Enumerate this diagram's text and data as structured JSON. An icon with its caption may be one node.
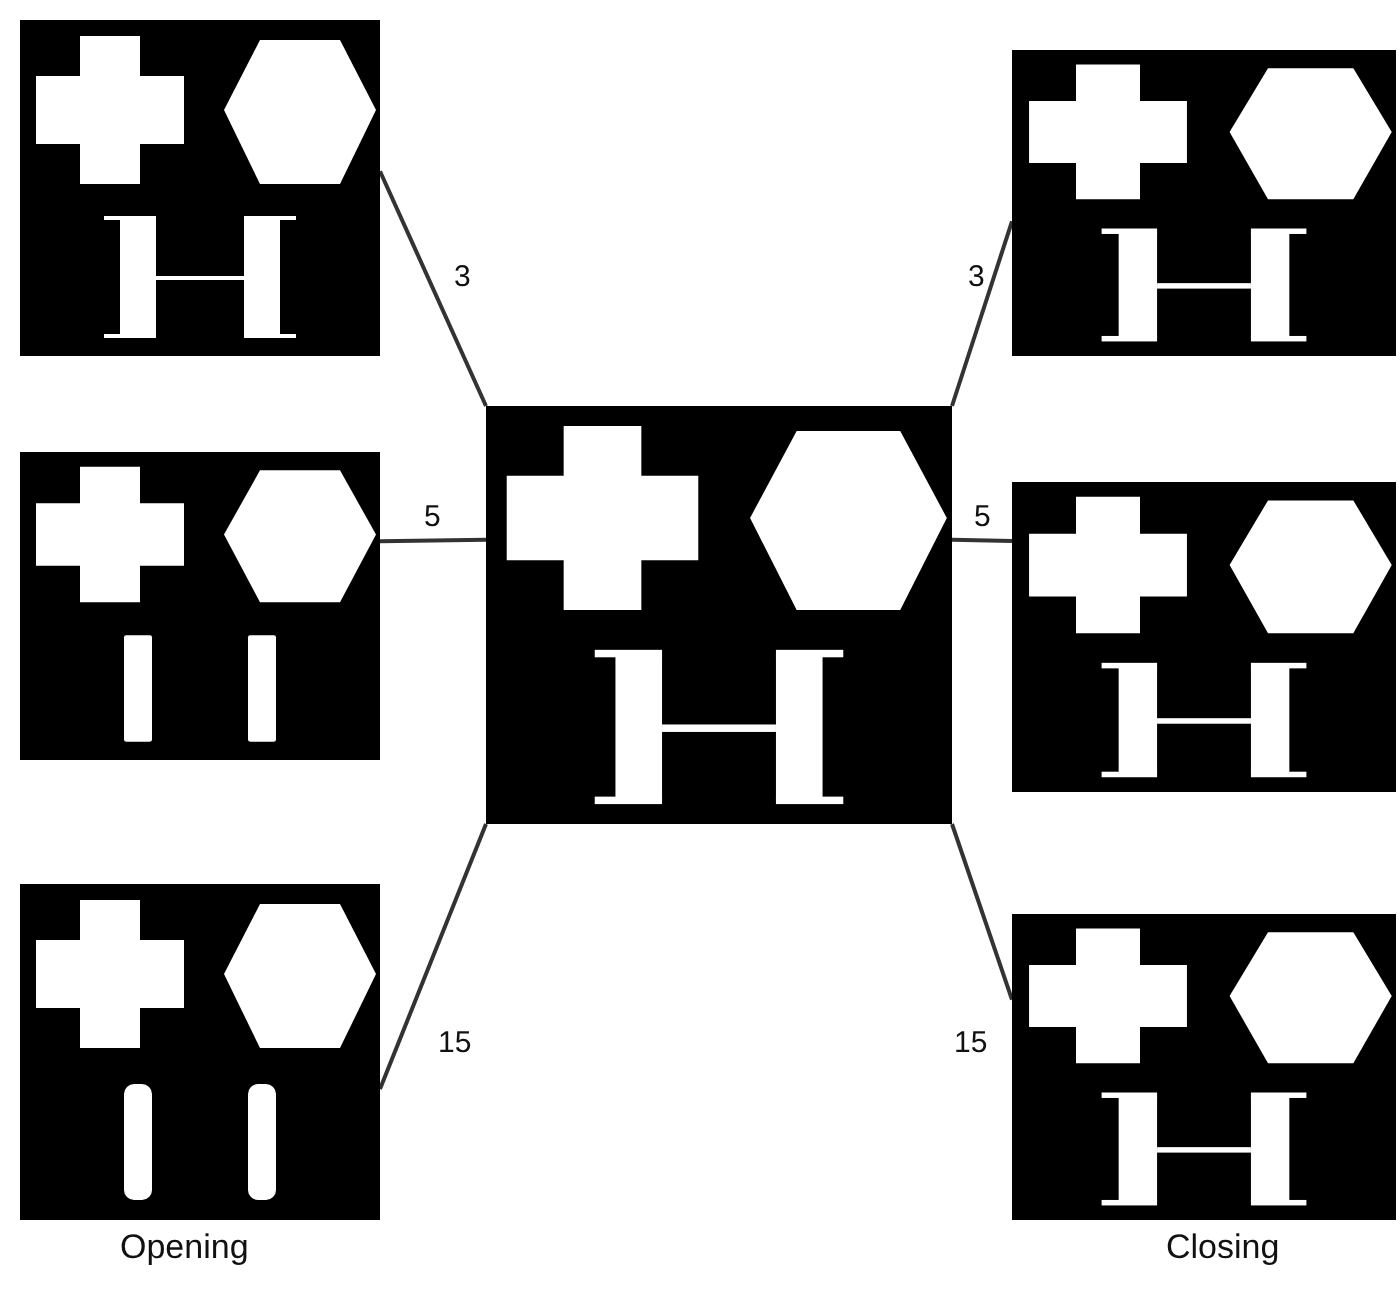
{
  "diagram": {
    "nodes": [
      {
        "text": [],
        "shape": "picture"
      },
      {
        "text": [],
        "shape": "picture"
      },
      {
        "text": [],
        "shape": "picture"
      },
      {
        "text": [],
        "shape": "picture"
      },
      {
        "text": [],
        "shape": "picture"
      },
      {
        "text": [],
        "shape": "picture",
        "beside": [
          "Opening"
        ]
      },
      {
        "text": [],
        "shape": "picture",
        "beside": [
          "Closing"
        ]
      }
    ],
    "edges": [
      {
        "from": 2,
        "to": 0,
        "arrow": "none",
        "label": "3"
      },
      {
        "from": 2,
        "to": 1,
        "arrow": "none",
        "label": "3"
      },
      {
        "from": 2,
        "to": 3,
        "arrow": "none",
        "label": "5"
      },
      {
        "from": 2,
        "to": 4,
        "arrow": "none",
        "label": "5"
      },
      {
        "from": 2,
        "to": 5,
        "arrow": "none",
        "label": "15"
      },
      {
        "from": 2,
        "to": 6,
        "arrow": "none",
        "label": "15"
      }
    ]
  }
}
